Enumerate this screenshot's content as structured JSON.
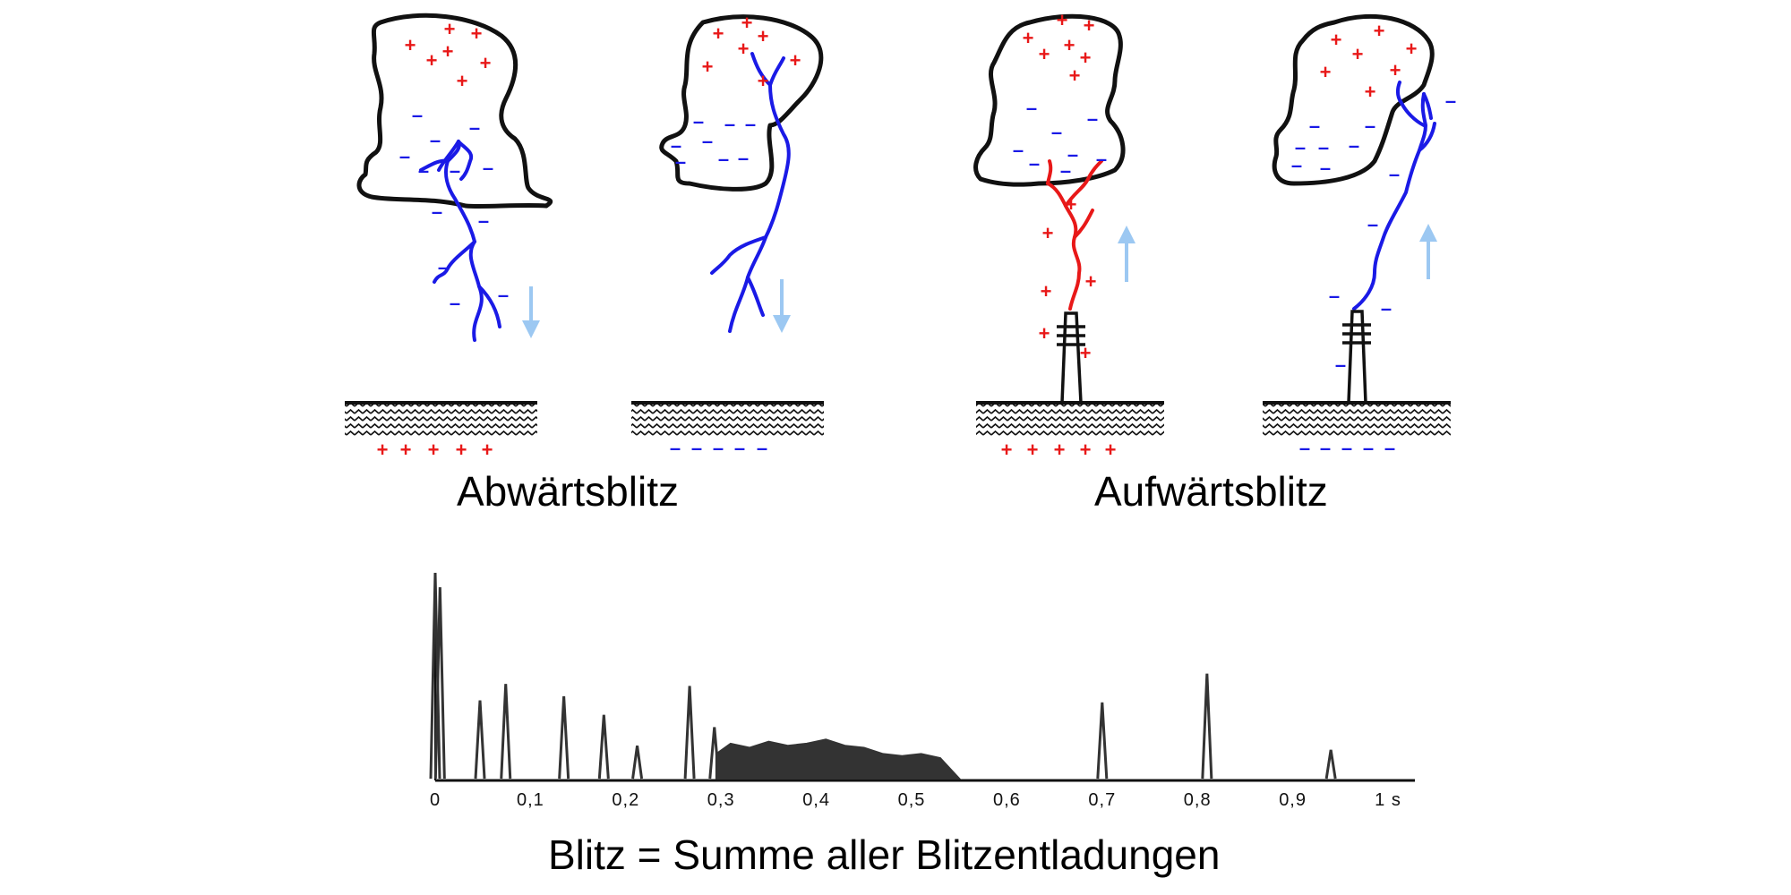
{
  "labels": {
    "downward": "Abwärtsblitz",
    "upward": "Aufwärtsblitz",
    "sum": "Blitz = Summe aller Blitzentladungen"
  },
  "symbols": {
    "plus": "+",
    "minus": "–"
  },
  "colors": {
    "negative": "#1a1ae6",
    "positive": "#e81818",
    "arrow": "#9cc8f2",
    "outline": "#111111",
    "signal": "#333333"
  },
  "chart_data": {
    "type": "area",
    "xlabel": "",
    "ylabel": "",
    "x_unit": "s",
    "xlim": [
      0,
      1
    ],
    "ylim": [
      0,
      1
    ],
    "x_ticks": [
      "0",
      "0,1",
      "0,2",
      "0,3",
      "0,4",
      "0,5",
      "0,6",
      "0,7",
      "0,8",
      "0,9",
      "1 s"
    ],
    "x_tick_values": [
      0,
      0.1,
      0.2,
      0.3,
      0.4,
      0.5,
      0.6,
      0.7,
      0.8,
      0.9,
      1.0
    ],
    "series": [
      {
        "pulses": [
          {
            "t": 0.0,
            "amp": 1.0
          },
          {
            "t": 0.005,
            "amp": 0.93
          },
          {
            "t": 0.047,
            "amp": 0.38
          },
          {
            "t": 0.074,
            "amp": 0.46
          },
          {
            "t": 0.135,
            "amp": 0.4
          },
          {
            "t": 0.177,
            "amp": 0.31
          },
          {
            "t": 0.212,
            "amp": 0.16
          },
          {
            "t": 0.267,
            "amp": 0.45
          },
          {
            "t": 0.293,
            "amp": 0.25
          },
          {
            "t": 0.7,
            "amp": 0.37
          },
          {
            "t": 0.81,
            "amp": 0.51
          },
          {
            "t": 0.94,
            "amp": 0.14
          }
        ],
        "continuing_current": [
          {
            "t": 0.295,
            "y": 0.12
          },
          {
            "t": 0.31,
            "y": 0.17
          },
          {
            "t": 0.33,
            "y": 0.15
          },
          {
            "t": 0.35,
            "y": 0.18
          },
          {
            "t": 0.37,
            "y": 0.16
          },
          {
            "t": 0.39,
            "y": 0.17
          },
          {
            "t": 0.41,
            "y": 0.19
          },
          {
            "t": 0.43,
            "y": 0.16
          },
          {
            "t": 0.45,
            "y": 0.15
          },
          {
            "t": 0.47,
            "y": 0.12
          },
          {
            "t": 0.49,
            "y": 0.11
          },
          {
            "t": 0.51,
            "y": 0.12
          },
          {
            "t": 0.53,
            "y": 0.1
          },
          {
            "t": 0.55,
            "y": 0.0
          }
        ]
      }
    ]
  }
}
